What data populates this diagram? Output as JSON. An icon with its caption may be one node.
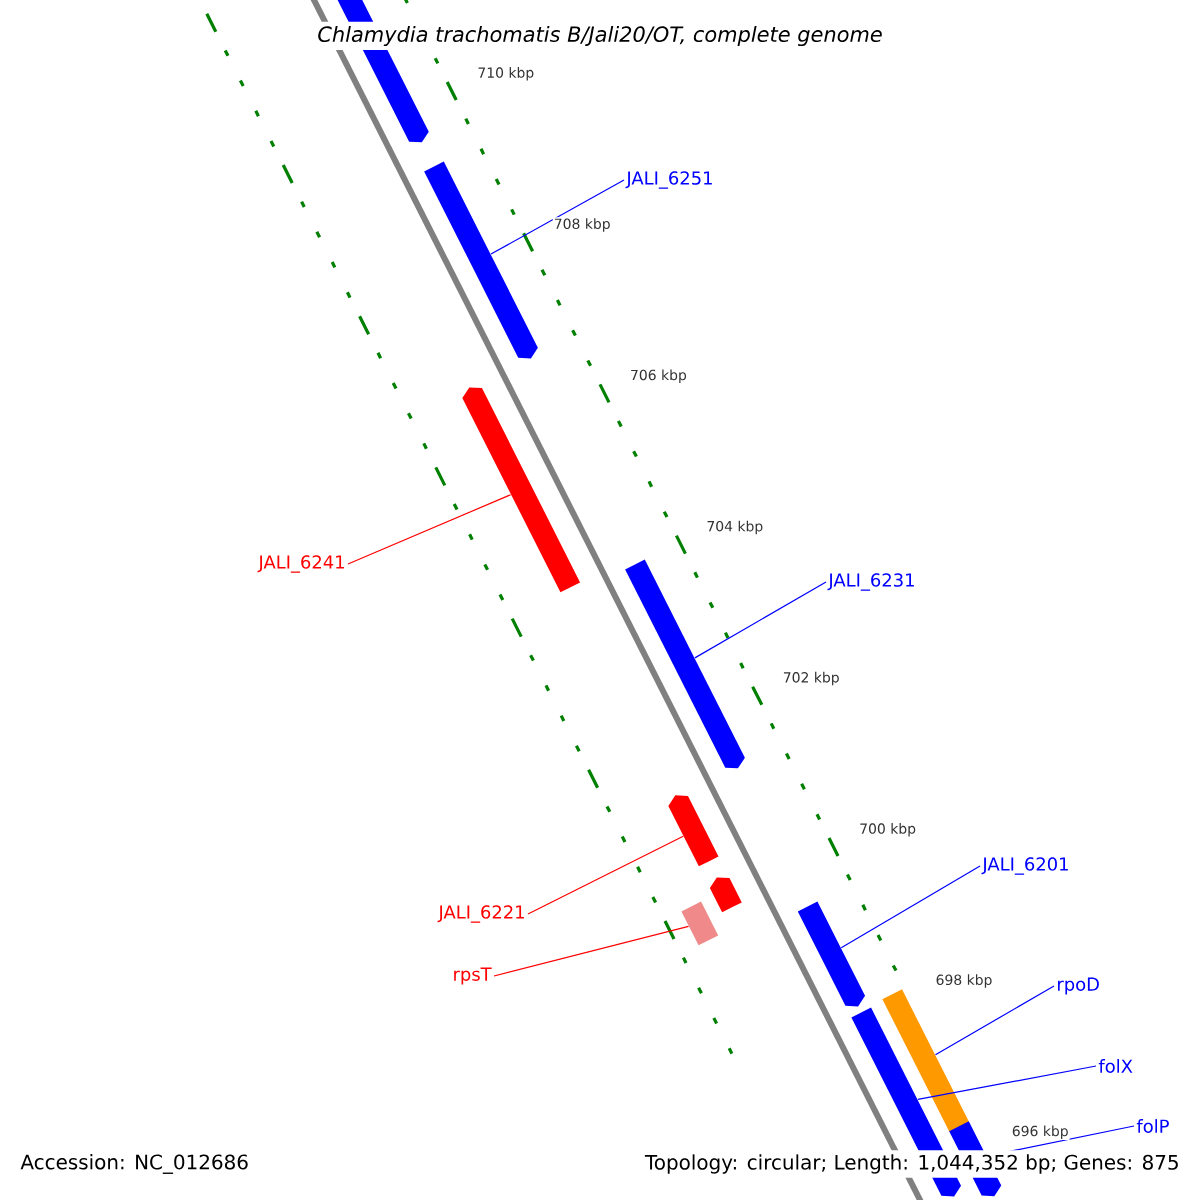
{
  "diagram": {
    "title": "Chlamydia trachomatis B/Jali20/OT, complete genome",
    "nodes": [
      {
        "text": [
          "JALI_6251"
        ]
      },
      {
        "text": [
          "JALI_6241"
        ]
      },
      {
        "text": [
          "JALI_6231"
        ]
      },
      {
        "text": [
          "JALI_6221"
        ]
      },
      {
        "text": [
          "rpsT"
        ]
      },
      {
        "text": [
          "JALI_6201"
        ]
      },
      {
        "text": [
          "rpoD"
        ]
      },
      {
        "text": [
          "folX"
        ]
      },
      {
        "text": [
          "folP"
        ]
      },
      {
        "text": [],
        "shape": "bar"
      },
      {
        "text": [],
        "shape": "bar"
      },
      {
        "text": [],
        "shape": "bar"
      },
      {
        "text": [],
        "shape": "bar"
      },
      {
        "text": [],
        "shape": "bar"
      },
      {
        "text": [],
        "shape": "bar"
      },
      {
        "text": [],
        "shape": "bar"
      },
      {
        "text": [],
        "shape": "bar"
      },
      {
        "text": [],
        "shape": "bar"
      },
      {
        "text": [],
        "shape": "bar"
      },
      {
        "text": [],
        "shape": "bar"
      }
    ],
    "edges": [
      {
        "from": 0,
        "to": 9,
        "arrow": "none"
      },
      {
        "from": 1,
        "to": 10,
        "arrow": "none",
        "color": "#ff0000"
      },
      {
        "from": 2,
        "to": 11,
        "arrow": "none"
      },
      {
        "from": 3,
        "to": 12,
        "arrow": "none",
        "color": "#ff0000"
      },
      {
        "from": 4,
        "to": 13,
        "arrow": "none",
        "color": "#ff0000"
      },
      {
        "from": 5,
        "to": 14,
        "arrow": "none"
      },
      {
        "from": 6,
        "to": 15,
        "arrow": "none"
      },
      {
        "from": 7,
        "to": 16,
        "arrow": "none"
      },
      {
        "from": 8,
        "to": 17,
        "arrow": "none"
      }
    ],
    "labels": [
      "710 kbp",
      "708 kbp",
      "706 kbp",
      "704 kbp",
      "702 kbp",
      "700 kbp",
      "698 kbp",
      "696 kbp",
      "Accession: NC_012686",
      "Topology: circular; Length: 1,044,352 bp; Genes: 875"
    ]
  }
}
